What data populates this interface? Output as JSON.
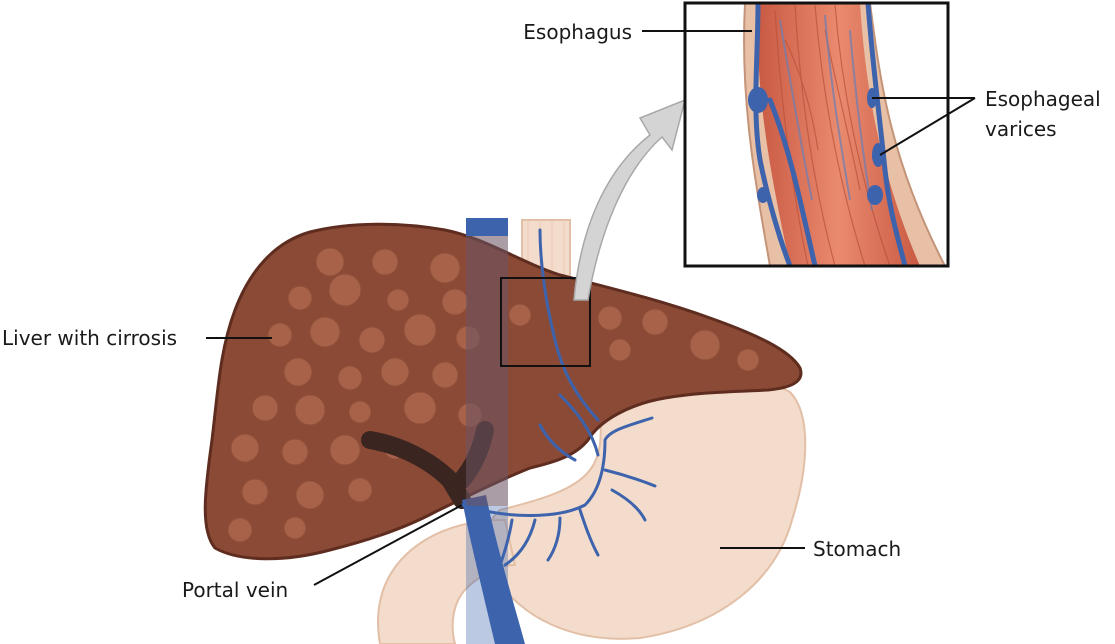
{
  "labels": {
    "esophagus": "Esophagus",
    "varices_line1": "Esophageal",
    "varices_line2": "varices",
    "liver": "Liver with cirrosis",
    "portal_vein": "Portal vein",
    "stomach": "Stomach"
  },
  "colors": {
    "liver": "#8b4a35",
    "liver_edge": "#5e2d1f",
    "nodule": "#a8624a",
    "stomach": "#f3dccb",
    "stomach_edge": "#e2bfa6",
    "vein": "#3d63ad",
    "esophagus_muscle": "#dd7258",
    "esophagus_outer": "#e7c0a6",
    "arrow": "#d4d4d4"
  }
}
